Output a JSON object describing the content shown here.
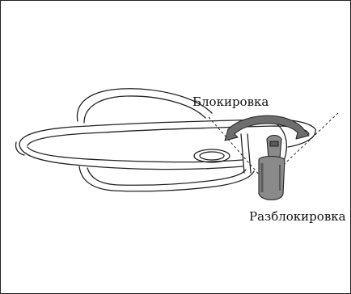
{
  "labels": {
    "lock": "Блокировка",
    "unlock": "Разблокировка"
  },
  "colors": {
    "line": "#222222",
    "key_fill": "#8a8a8a",
    "key_dark": "#5a5a5a",
    "arrow_fill": "#6e6e6e",
    "background": "#ffffff"
  },
  "icons": {
    "door_handle": "car-door-handle-illustration",
    "key": "mechanical-key",
    "rotation_arrow": "double-headed-curved-arrow"
  }
}
